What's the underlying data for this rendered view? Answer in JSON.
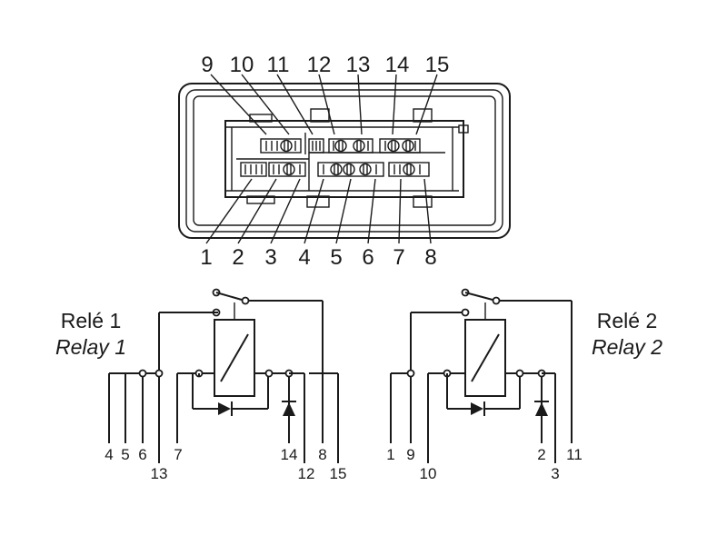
{
  "connector": {
    "top_pins": [
      "9",
      "10",
      "11",
      "12",
      "13",
      "14",
      "15"
    ],
    "bottom_pins": [
      "1",
      "2",
      "3",
      "4",
      "5",
      "6",
      "7",
      "8"
    ]
  },
  "relay1": {
    "title": "Relé 1",
    "subtitle": "Relay 1",
    "pins_upper": [
      "4",
      "5",
      "6",
      "7",
      "14",
      "8",
      "15"
    ],
    "pins_lower": [
      "13",
      "12"
    ]
  },
  "relay2": {
    "title": "Relé 2",
    "subtitle": "Relay 2",
    "pins_upper": [
      "1",
      "9",
      "2",
      "11"
    ],
    "pins_lower": [
      "10",
      "3"
    ]
  }
}
